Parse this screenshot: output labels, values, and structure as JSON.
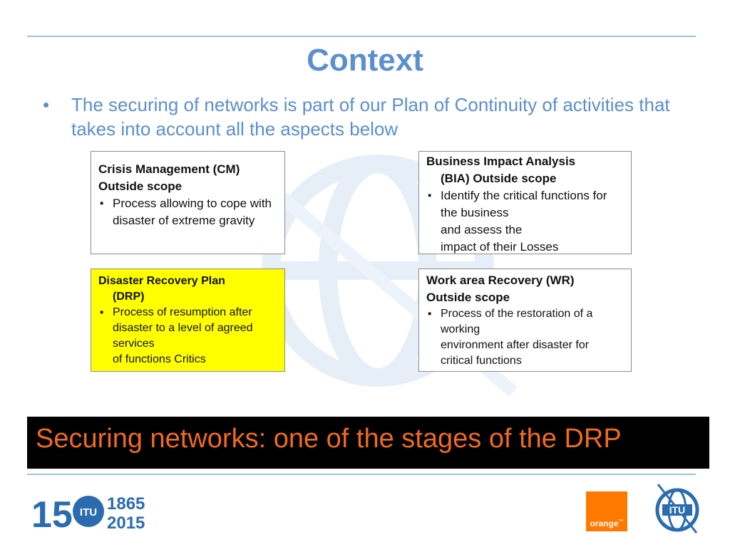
{
  "slide": {
    "title": "Context",
    "bullet": {
      "marker": "•",
      "text": "The securing of networks is part of our Plan of Continuity of activities that  takes into account all the aspects below"
    },
    "boxes": {
      "cm": {
        "head1": "Crisis Management (CM)",
        "head2": "Outside scope",
        "item": "Process allowing to cope with disaster of extreme gravity"
      },
      "bia": {
        "head1": "Business Impact Analysis",
        "head2": "(BIA) Outside scope",
        "item": "Identify the critical functions for the business",
        "line2": "and  assess the",
        "line3": "impact of their Losses"
      },
      "drp": {
        "head1": "Disaster Recovery Plan",
        "head2": "(DRP)",
        "item": "Process of resumption after disaster to a level of agreed services",
        "line2": "of functions Critics"
      },
      "wr": {
        "head1": "Work  area Recovery (WR)",
        "head2": "Outside scope",
        "item": "Process of the restoration of a working",
        "line2": "environment  after disaster for",
        "line3": "critical  functions"
      }
    },
    "banner": "Securing networks: one of the stages of the DRP"
  },
  "footer": {
    "logo150": {
      "numeral_left": "15",
      "years_top": "1865",
      "years_bottom": "2015",
      "emblem": "ITU"
    },
    "orange_logo": "orange",
    "orange_mark": "™",
    "itu_logo": "ITU"
  },
  "colors": {
    "title": "#5b8fcf",
    "banner_text": "#f26a1b",
    "drp_fill": "#ffff00",
    "orange_brand": "#ff7900"
  }
}
